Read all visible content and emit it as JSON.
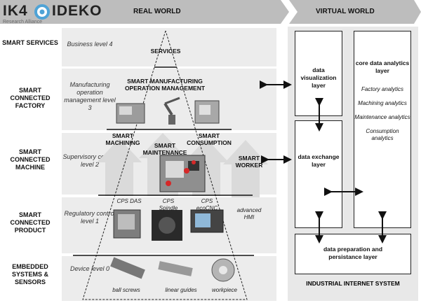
{
  "colors": {
    "banner": "#bdbdbd",
    "band": "#ececec",
    "virtual_panel": "#e8e8e8",
    "ring": "#4fa3d6",
    "arrow": "#111111"
  },
  "logo": {
    "text_left": "IK4",
    "text_right": "IDEKO",
    "subtitle": "Research Alliance"
  },
  "header": {
    "real_world": "REAL  WORLD",
    "virtual_world": "VIRTUAL  WORLD"
  },
  "rows": [
    {
      "label": "SMART SERVICES",
      "level": "Business level 4"
    },
    {
      "label": "SMART CONNECTED FACTORY",
      "level": "Manufacturing operation management level 3"
    },
    {
      "label": "SMART CONNECTED MACHINE",
      "level": "Supervisory control level 2"
    },
    {
      "label": "SMART CONNECTED PRODUCT",
      "level": "Regulatory control level 1"
    },
    {
      "label": "EMBEDDED SYSTEMS & SENSORS",
      "level": "Device level 0"
    }
  ],
  "pyramid": {
    "services": "SERVICES",
    "som": "SMART MANUFACTURING OPERATION MANAGEMENT",
    "machining": "SMART MACHINING",
    "maintenance": "SMART MAINTENANCE",
    "consumption": "SMART CONSUMPTION",
    "worker": "SMART WORKER",
    "cps_das": "CPS DAS",
    "cps_spindle": "CPS Spindle",
    "cps_ecocnc": "CPS ecoCNC",
    "advanced_hmi": "advanced HMI",
    "ball_screws": "ball screws",
    "linear_guides": "linear guides",
    "workpiece": "workpiece"
  },
  "virtual": {
    "viz": "data visualization layer",
    "exchange": "data exchange layer",
    "analytics_title": "core data analytics layer",
    "analytics_items": [
      "Factory analytics",
      "Machining analytics",
      "Maintenance analytics",
      "Consumption analytics"
    ],
    "prep": "data preparation and persistance layer",
    "iis": "INDUSTRIAL INTERNET SYSTEM"
  }
}
